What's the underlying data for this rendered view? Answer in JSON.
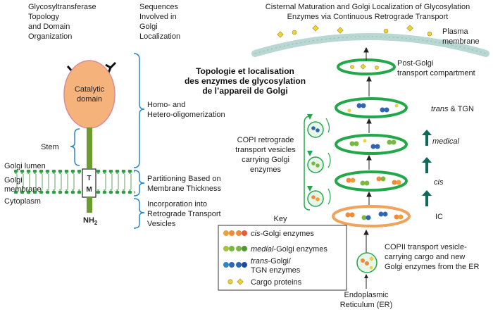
{
  "col1": {
    "line1": "Glycosyltransferase",
    "line2": "Topology",
    "line3": "and Domain",
    "line4": "Organization"
  },
  "col2": {
    "line1": "Sequences",
    "line2": "Involved in",
    "line3": "Golgi",
    "line4": "Localization"
  },
  "col3": {
    "line1": "Cisternal Maturation and Golgi Localization of Glycosylation",
    "line2": "Enzymes via Continuous Retrograde Transport"
  },
  "overlay": {
    "line1": "Topologie et localisation",
    "line2": "des enzymes de glycosylation",
    "line3": "de l’appareil de Golgi"
  },
  "enzyme": {
    "catalytic_line1": "Catalytic",
    "catalytic_line2": "domain",
    "stem": "Stem",
    "golgi_lumen": "Golgi lumen",
    "golgi_membrane_line1": "Golgi",
    "golgi_membrane_line2": "membrane",
    "cytoplasm": "Cytoplasm",
    "tm_top": "T",
    "tm_bottom": "M",
    "nh2": "NH",
    "nh2_sub": "2"
  },
  "sequences": {
    "homo_line1": "Homo- and",
    "homo_line2": "Hetero-oligomerization",
    "part_line1": "Partitioning Based on",
    "part_line2": "Membrane Thickness",
    "inc_line1": "Incorporation into",
    "inc_line2": "Retrograde Transport",
    "inc_line3": "Vesicles"
  },
  "cisternae": {
    "plasma_line1": "Plasma",
    "plasma_line2": "membrane",
    "post_line1": "Post-Golgi",
    "post_line2": "transport compartment",
    "trans": "trans",
    "trans_suffix": " & TGN",
    "medical": "medical",
    "cis": "cis",
    "ic": "IC",
    "copi_line1": "COPI retrograde",
    "copi_line2": "transport vesicles",
    "copi_line3": "carrying Golgi",
    "copi_line4": "enzymes",
    "copii_line1": "COPII transport vesicle-",
    "copii_line2": "carrying cargo and new",
    "copii_line3": "Golgi enzymes from the ER",
    "er_line1": "Endoplasmic",
    "er_line2": "Reticulum (ER)"
  },
  "key": {
    "title": "Key",
    "cis_italic": "cis",
    "cis_rest": "-Golgi enzymes",
    "medial_italic": "medial",
    "medial_rest": "-Golgi enzymes",
    "trans_italic": "trans",
    "trans_rest": "-Golgi/",
    "trans_line2": "TGN enzymes",
    "cargo": "Cargo proteins"
  },
  "colors": {
    "cisterna": "#22a84a",
    "arrow": "#0e6b57",
    "brace": "#2a86c6",
    "catalytic": "#f5b27a",
    "cis_enzyme": "#f08a3a",
    "medial_enzyme": "#79b843",
    "trans_enzyme": "#2f66b3",
    "cargo": "#e9d23b",
    "er_tube": "#f0a35c",
    "plasma": "#b9d7d3"
  }
}
